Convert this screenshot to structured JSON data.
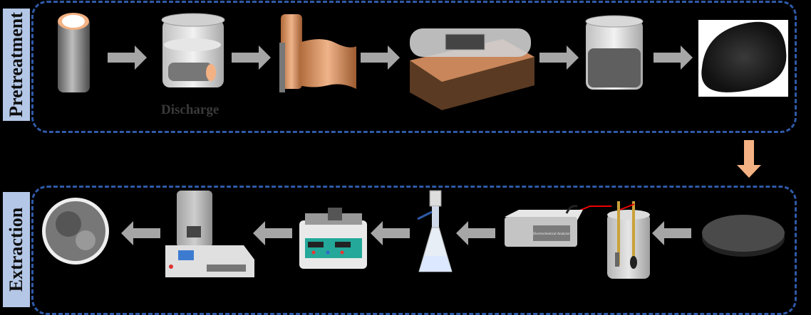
{
  "sections": {
    "pretreatment": {
      "label": "Pretreatment",
      "steps": [
        "battery-cell",
        "discharge-beaker",
        "unrolled-electrode",
        "tube-furnace",
        "leaching-beaker",
        "black-powder"
      ],
      "discharge_label": "Discharge"
    },
    "extraction": {
      "label": "Extraction",
      "steps": [
        "powder-disk",
        "electrochemical-cell",
        "electrochemical-analyzer",
        "vacuum-filter-flask",
        "ultrasonic-bath",
        "freeze-dryer",
        "product-sample"
      ],
      "analyzer_text": "Electrochemical Analyzer"
    }
  },
  "colors": {
    "frame": "#2f5aa8",
    "label_bg": "#b4c7e7",
    "step_arrow": "#a6a6a6",
    "transition_arrow": "#f4b183"
  }
}
